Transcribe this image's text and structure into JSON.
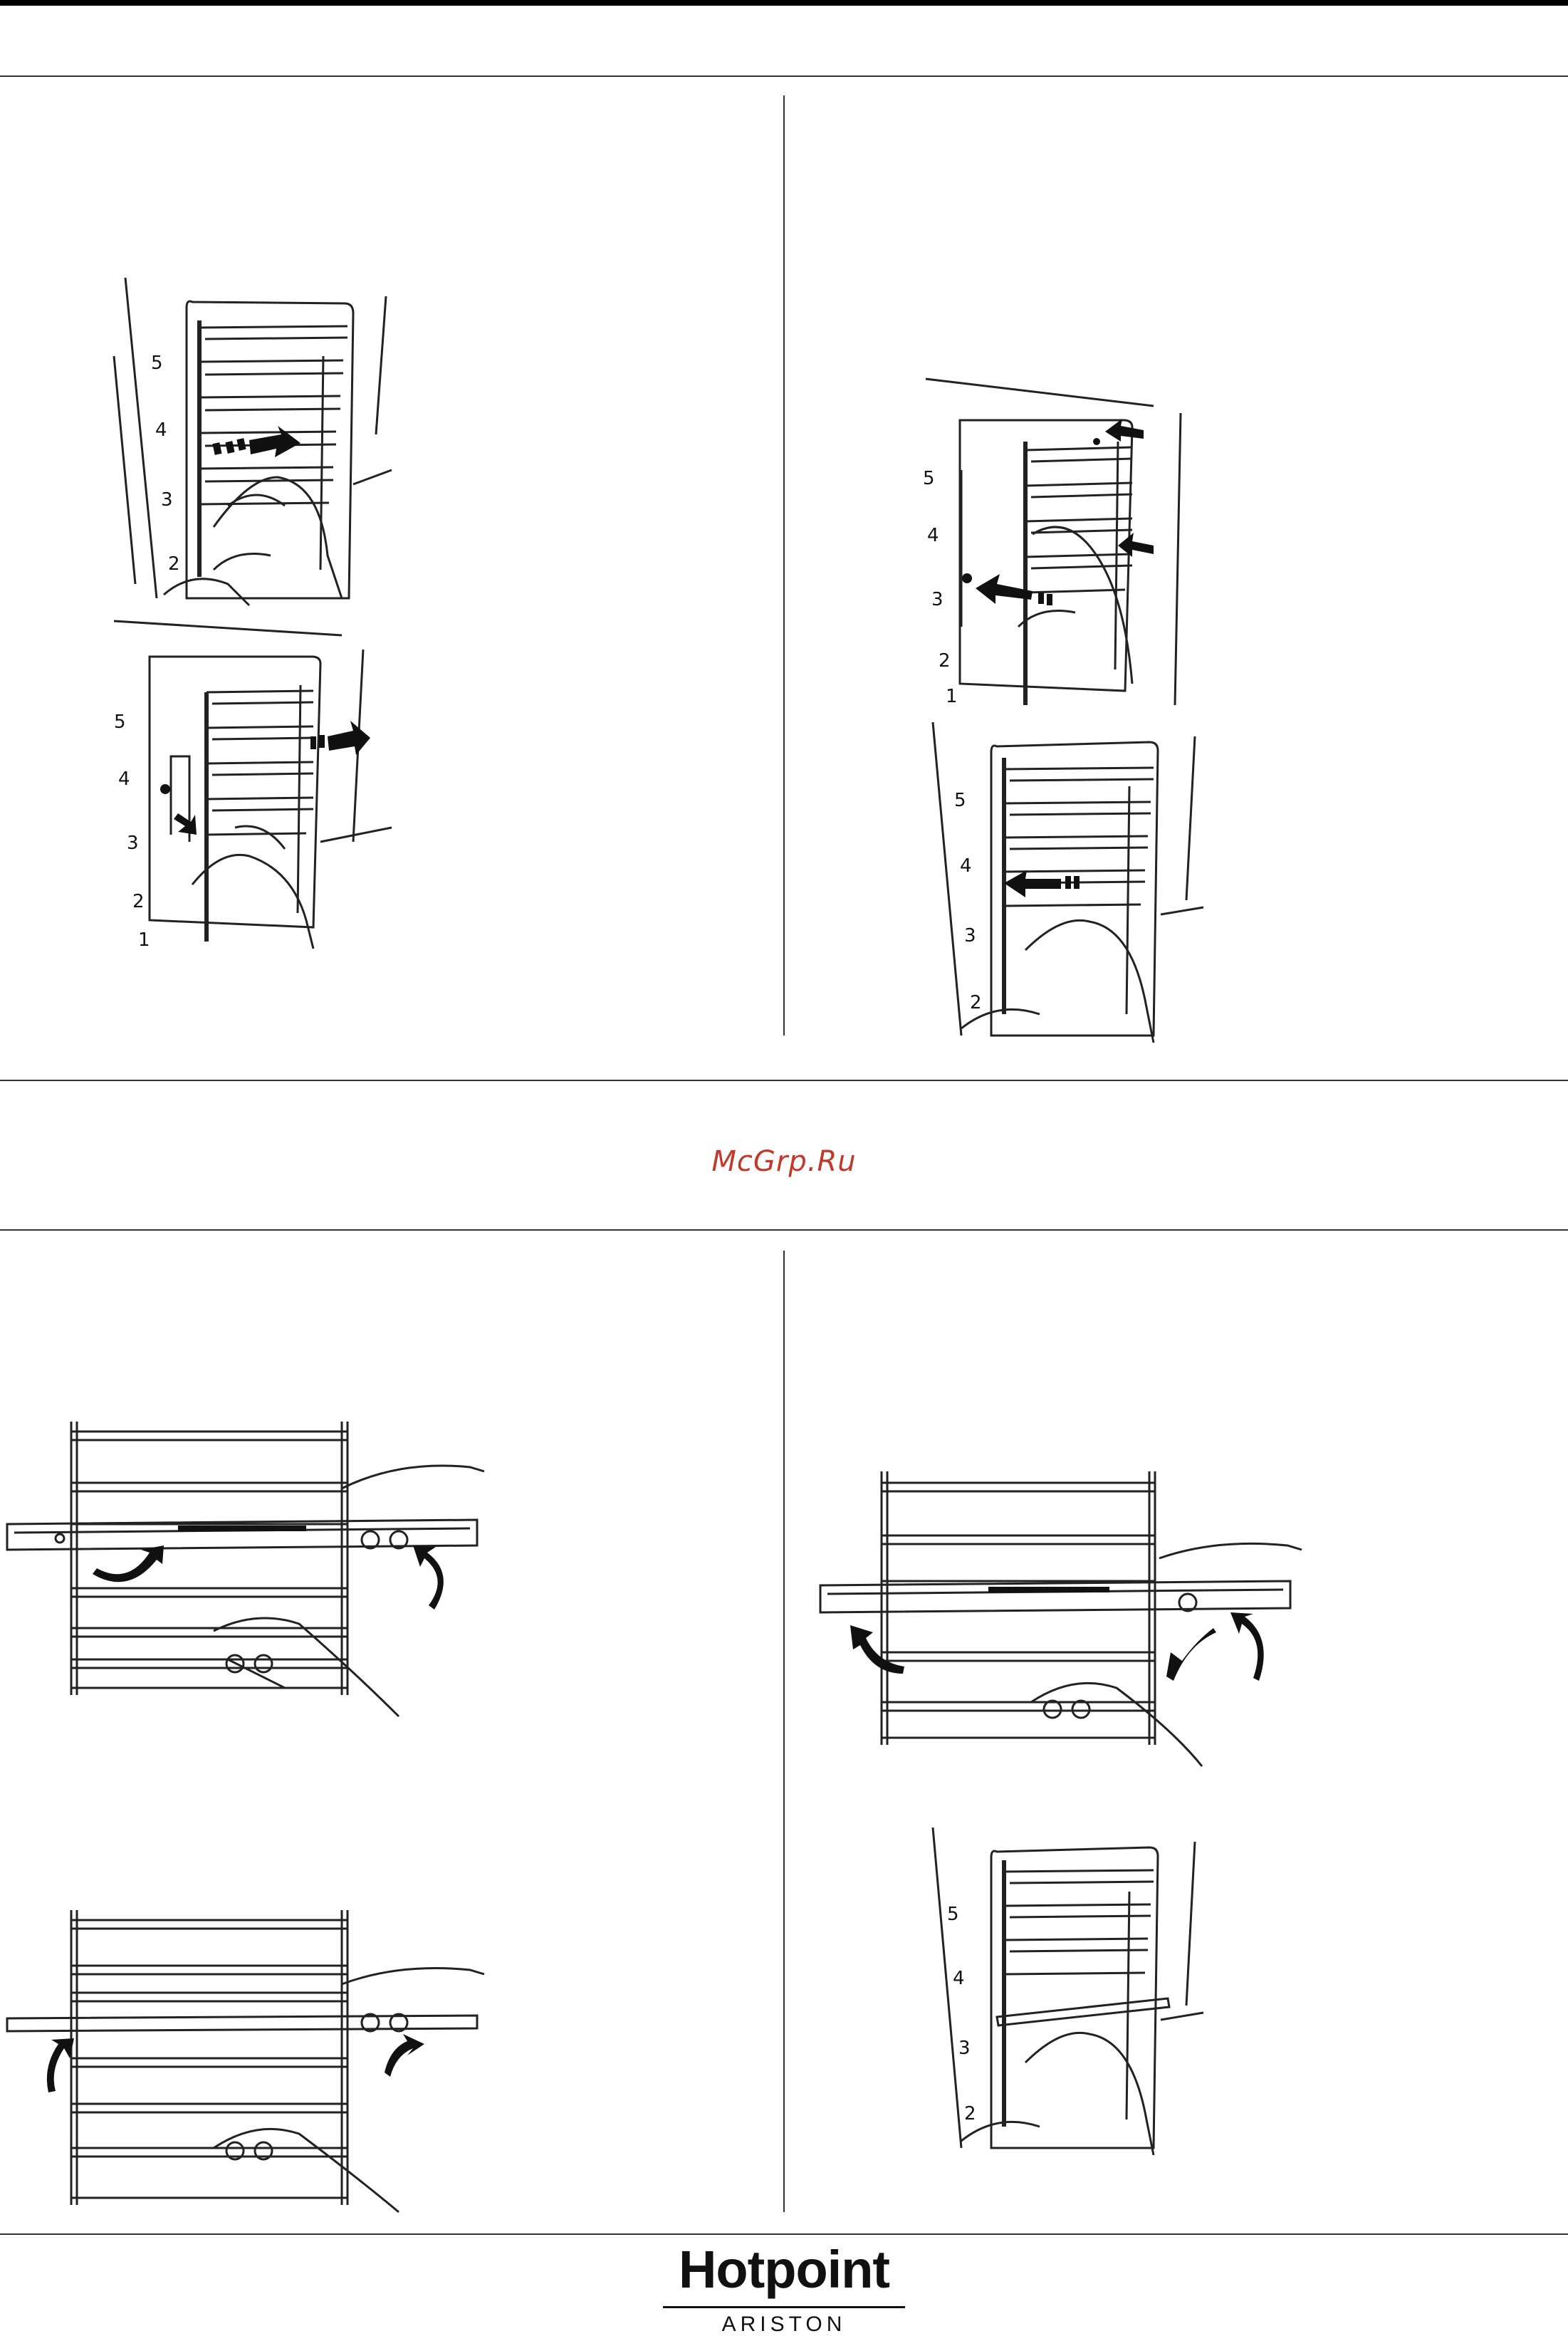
{
  "watermark": {
    "text": "McGrp.Ru",
    "color": "#c0392b"
  },
  "logo": {
    "brand": "Hotpoint",
    "sub": "ARISTON"
  },
  "figures": {
    "top_left_a_levels": [
      "5",
      "4",
      "3",
      "2"
    ],
    "top_left_b_levels": [
      "5",
      "4",
      "3",
      "2",
      "1"
    ],
    "top_right_a_levels": [
      "5",
      "4",
      "3",
      "2",
      "1"
    ],
    "top_right_b_levels": [
      "5",
      "4",
      "3",
      "2"
    ],
    "bottom_right_b_levels": [
      "5",
      "4",
      "3",
      "2"
    ]
  },
  "colors": {
    "line": "#222222",
    "rule": "#333333",
    "arrow": "#111111"
  }
}
